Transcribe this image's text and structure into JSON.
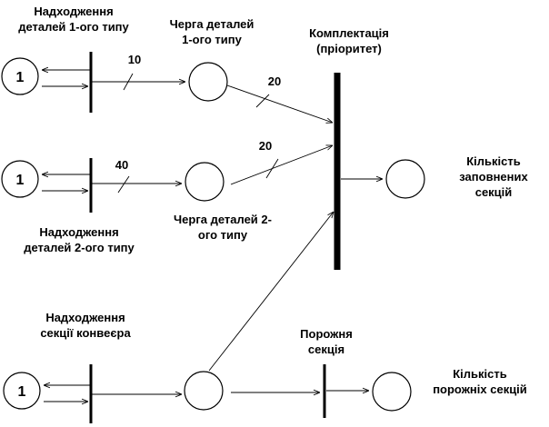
{
  "labels": {
    "type1_arrival": [
      "Надходження",
      "деталей 1-ого типу"
    ],
    "queue1": [
      "Черга деталей",
      "1-ого типу"
    ],
    "assembly": [
      "Комплектація",
      "(пріоритет)"
    ],
    "filled_count": [
      "Кількість",
      "заповнених",
      "секцій"
    ],
    "type2_arrival": [
      "Надходження",
      "деталей  2-ого типу"
    ],
    "queue2": [
      "Черга деталей 2-",
      "ого типу"
    ],
    "conveyor_arrival": [
      "Надходження",
      "секції конвеєра"
    ],
    "empty_section": [
      "Порожня",
      "секція"
    ],
    "empty_count": [
      "Кількість",
      "порожніх секцій"
    ]
  },
  "tokens": {
    "source1": "1",
    "source2": "1",
    "source3": "1"
  },
  "weights": {
    "t1_to_queue1": "10",
    "queue1_to_assembly": "20",
    "t2_to_queue2": "40",
    "queue2_to_assembly": "20"
  }
}
